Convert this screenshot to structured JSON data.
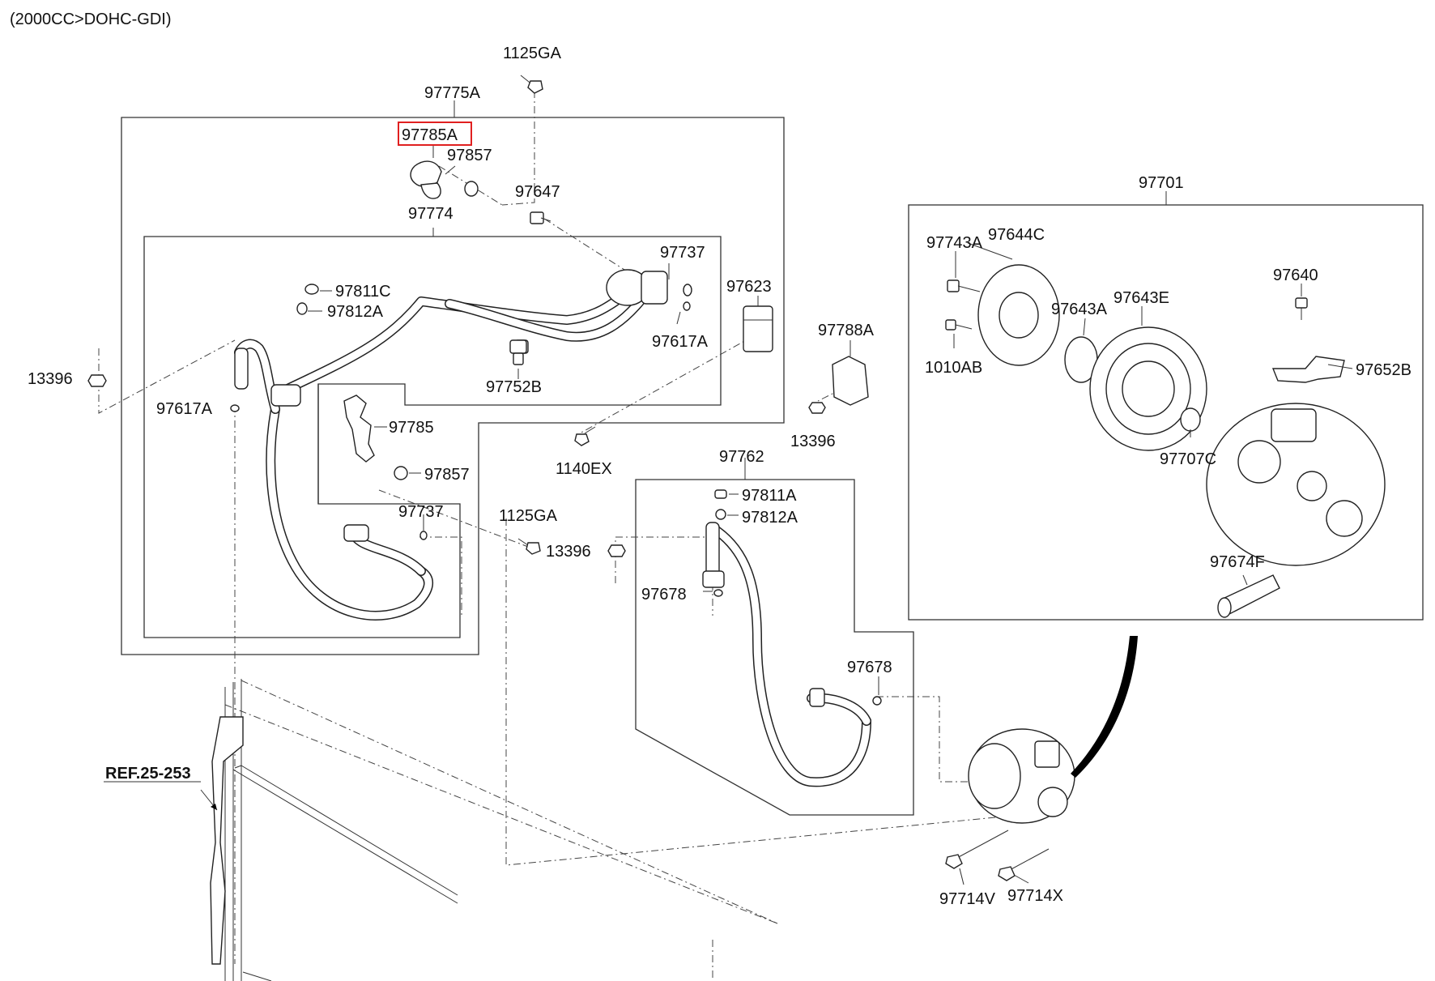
{
  "header": {
    "engine_note": "(2000CC>DOHC-GDI)"
  },
  "highlight": {
    "part": "97785A"
  },
  "parts": {
    "p1125GA_top": "1125GA",
    "p97775A": "97775A",
    "p97785A": "97785A",
    "p97857_top": "97857",
    "p97647": "97647",
    "p97774": "97774",
    "p97737_top": "97737",
    "p97617A_right": "97617A",
    "p97811C": "97811C",
    "p97812A_top": "97812A",
    "p97752B": "97752B",
    "p13396_left": "13396",
    "p97617A_left": "97617A",
    "p97785": "97785",
    "p97857_mid": "97857",
    "p97737_low": "97737",
    "p1125GA_mid": "1125GA",
    "p13396_mid": "13396",
    "p97623": "97623",
    "p97788A": "97788A",
    "p13396_right": "13396",
    "p1140EX": "1140EX",
    "p97762": "97762",
    "p97811A": "97811A",
    "p97812A_low": "97812A",
    "p97678_a": "97678",
    "p97678_b": "97678",
    "p97701": "97701",
    "p97743A": "97743A",
    "p97644C": "97644C",
    "p1010AB": "1010AB",
    "p97643A": "97643A",
    "p97643E": "97643E",
    "p97640": "97640",
    "p97652B": "97652B",
    "p97707C": "97707C",
    "p97674F": "97674F",
    "p97714V": "97714V",
    "p97714X": "97714X",
    "ref": "REF.25-253"
  }
}
